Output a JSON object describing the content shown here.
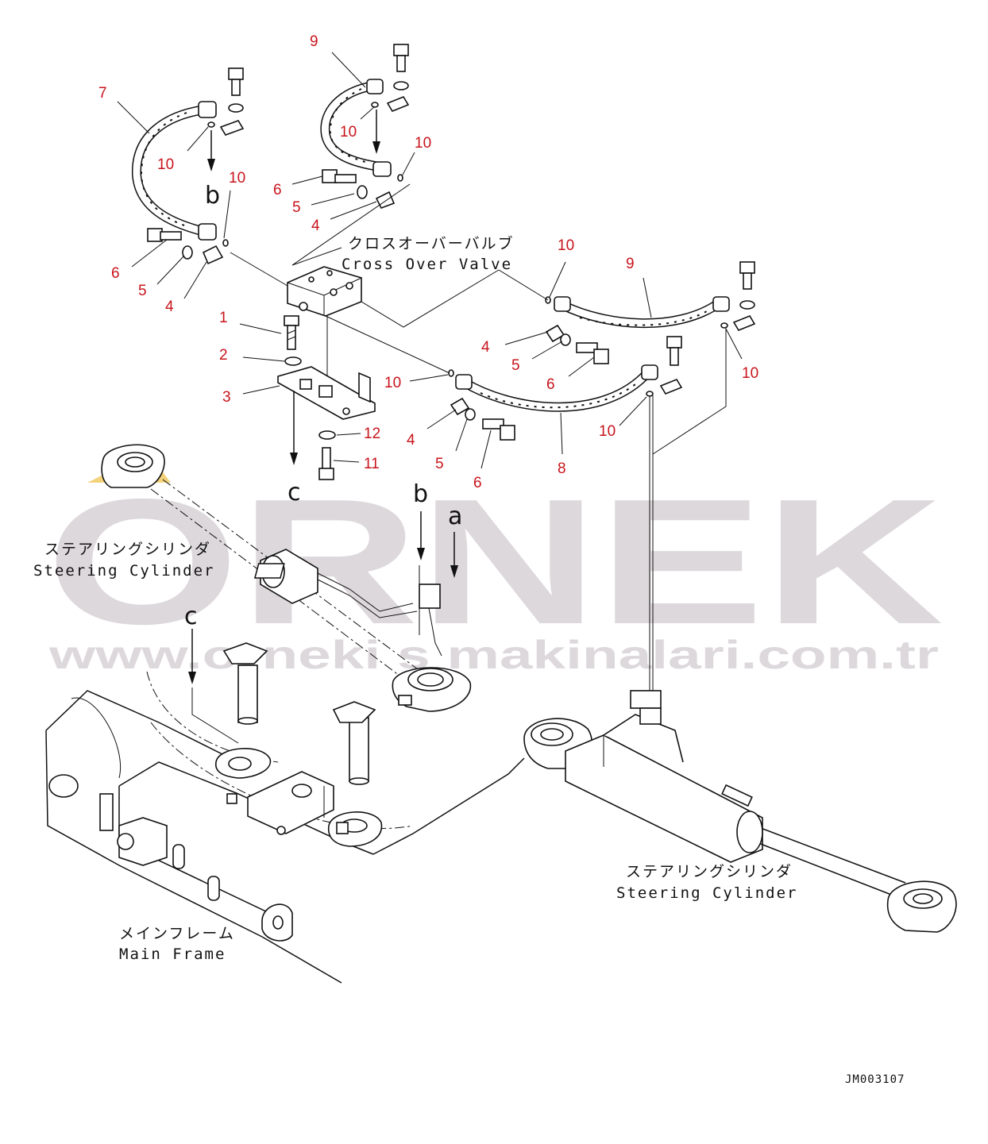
{
  "watermark": {
    "brand": "ORNEK",
    "url": "www.orneki s makinalari.com.tr",
    "color": "#ddd8dc"
  },
  "labels": {
    "cross_over_valve_jp": "クロスオーバーバルブ",
    "cross_over_valve_en": "Cross Over Valve",
    "steering_cylinder_left_jp": "ステアリングシリンダ",
    "steering_cylinder_left_en": "Steering Cylinder",
    "steering_cylinder_right_jp": "ステアリングシリンダ",
    "steering_cylinder_right_en": "Steering Cylinder",
    "main_frame_jp": "メインフレーム",
    "main_frame_en": "Main Frame",
    "drawing_number": "JM003107"
  },
  "view_markers": {
    "b_top": "b",
    "c_top": "c",
    "b_bottom": "b",
    "a_bottom": "a",
    "c_bottom": "c"
  },
  "callouts": [
    "7",
    "10",
    "10",
    "6",
    "5",
    "4",
    "9",
    "10",
    "10",
    "6",
    "5",
    "4",
    "1",
    "2",
    "3",
    "12",
    "11",
    "10",
    "9",
    "4",
    "5",
    "6",
    "10",
    "10",
    "4",
    "5",
    "6",
    "8",
    "10"
  ],
  "colors": {
    "callout": "#c8141c",
    "line": "#111111"
  }
}
